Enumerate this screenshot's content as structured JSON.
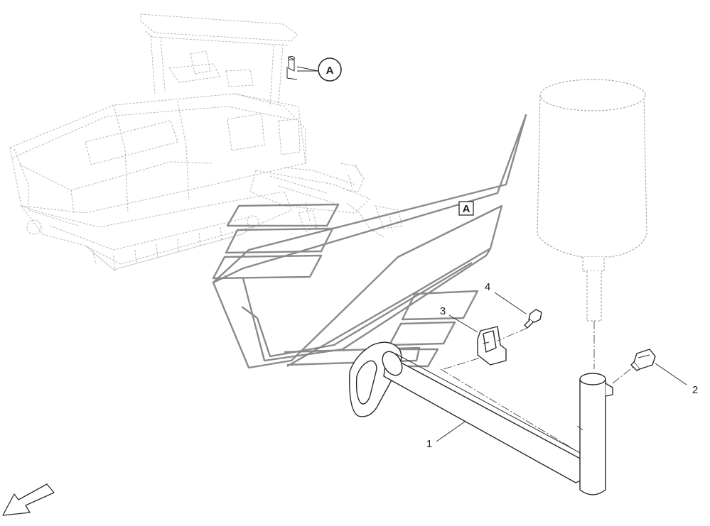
{
  "callouts": [
    {
      "id": "1",
      "label": "1"
    },
    {
      "id": "2",
      "label": "2"
    },
    {
      "id": "3",
      "label": "3"
    },
    {
      "id": "4",
      "label": "4"
    }
  ],
  "detail_view": {
    "circle_label": "A",
    "box_label": "A"
  },
  "colors": {
    "line": "#2a2a2a",
    "ghost": "#b7b7b7",
    "frame": "#8a8a8a",
    "background": "#ffffff"
  },
  "icons": {
    "orientation": "direction-arrow-icon"
  }
}
